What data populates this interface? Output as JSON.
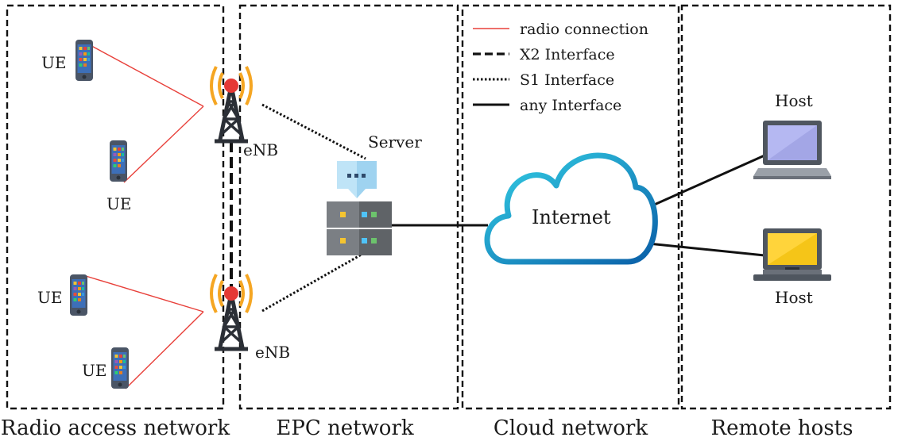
{
  "regions": [
    {
      "label": "Radio access network"
    },
    {
      "label": "EPC network"
    },
    {
      "label": "Cloud network"
    },
    {
      "label": "Remote hosts"
    }
  ],
  "legend": [
    {
      "label": "radio connection",
      "style": "radio"
    },
    {
      "label": "X2 Interface",
      "style": "dashed"
    },
    {
      "label": "S1 Interface",
      "style": "dotted"
    },
    {
      "label": "any Interface",
      "style": "solid"
    }
  ],
  "nodes": {
    "ue_1": "UE",
    "ue_2": "UE",
    "ue_3": "UE",
    "ue_4": "UE",
    "enb_top": "eNB",
    "enb_bottom": "eNB",
    "server": "Server",
    "internet": "Internet",
    "host_top": "Host",
    "host_bottom": "Host"
  },
  "colors": {
    "radio": "#e8403a",
    "line": "#111111",
    "tower_signal": "#f5a623",
    "tower_top": "#e53935",
    "cloud_stroke": "#1aa6e0",
    "laptop_screen_top": "#b5b8f2",
    "laptop_screen_bottom": "#ffd43b",
    "server_body": "#5f6367",
    "server_bubble": "#bfe4f7"
  }
}
